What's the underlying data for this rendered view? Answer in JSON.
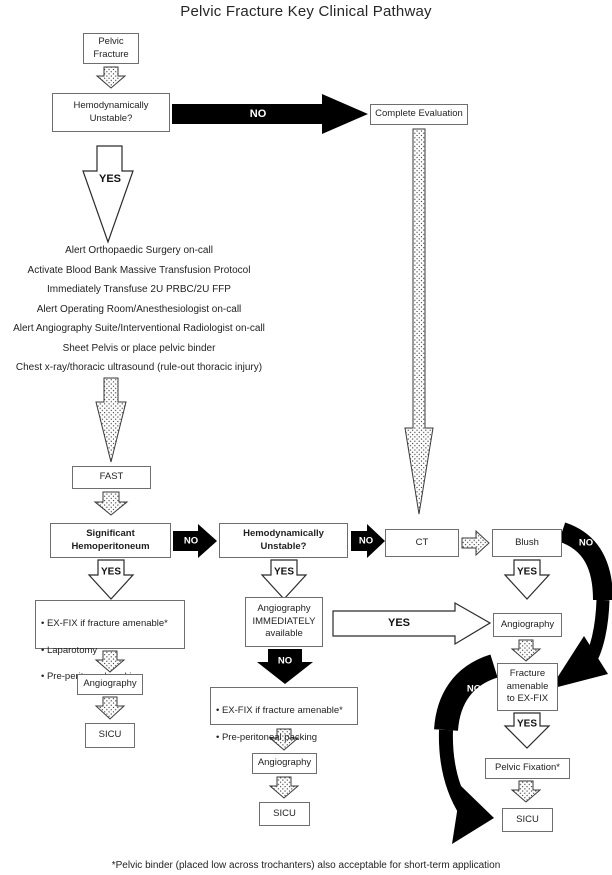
{
  "title": "Pelvic Fracture Key Clinical Pathway",
  "labels": {
    "yes": "YES",
    "no": "NO"
  },
  "boxes": {
    "pelvic_fracture": "Pelvic\nFracture",
    "hemodynamically_unstable_top": "Hemodynamically\nUnstable?",
    "complete_evaluation": "Complete Evaluation",
    "fast": "FAST",
    "significant_hemoperitoneum": "Significant\nHemoperitoneum",
    "hemodynamically_unstable_mid": "Hemodynamically\nUnstable?",
    "ct": "CT",
    "blush": "Blush",
    "exfix_laparotomy_packing": {
      "items": [
        "EX-FIX if fracture amenable*",
        "Laparotomy",
        "Pre-peritoneal packing"
      ]
    },
    "angiography_immediately": "Angiography\nIMMEDIATELY\navailable",
    "angiography_right": "Angiography",
    "angiography_left": "Angiography",
    "exfix_packing": {
      "items": [
        "EX-FIX if fracture amenable*",
        "Pre-peritoneal packing"
      ]
    },
    "fracture_amenable": "Fracture\namenable\nto EX-FIX",
    "sicu_left": "SICU",
    "angiography_mid": "Angiography",
    "pelvic_fixation": "Pelvic Fixation*",
    "sicu_mid": "SICU",
    "sicu_right": "SICU"
  },
  "resuscitation_steps": [
    "Alert Orthopaedic Surgery on-call",
    "Activate Blood Bank Massive Transfusion Protocol",
    "Immediately Transfuse 2U PRBC/2U FFP",
    "Alert Operating Room/Anesthesiologist on-call",
    "Alert Angiography Suite/Interventional Radiologist on-call",
    "Sheet Pelvis or place pelvic binder",
    "Chest x-ray/thoracic ultrasound (rule-out thoracic injury)"
  ],
  "footnote": "*Pelvic binder (placed low across trochanters) also acceptable for short-term application",
  "colors": {
    "arrow_black": "#000000",
    "box_border": "#6e6e6e",
    "text": "#1f1f1f"
  }
}
